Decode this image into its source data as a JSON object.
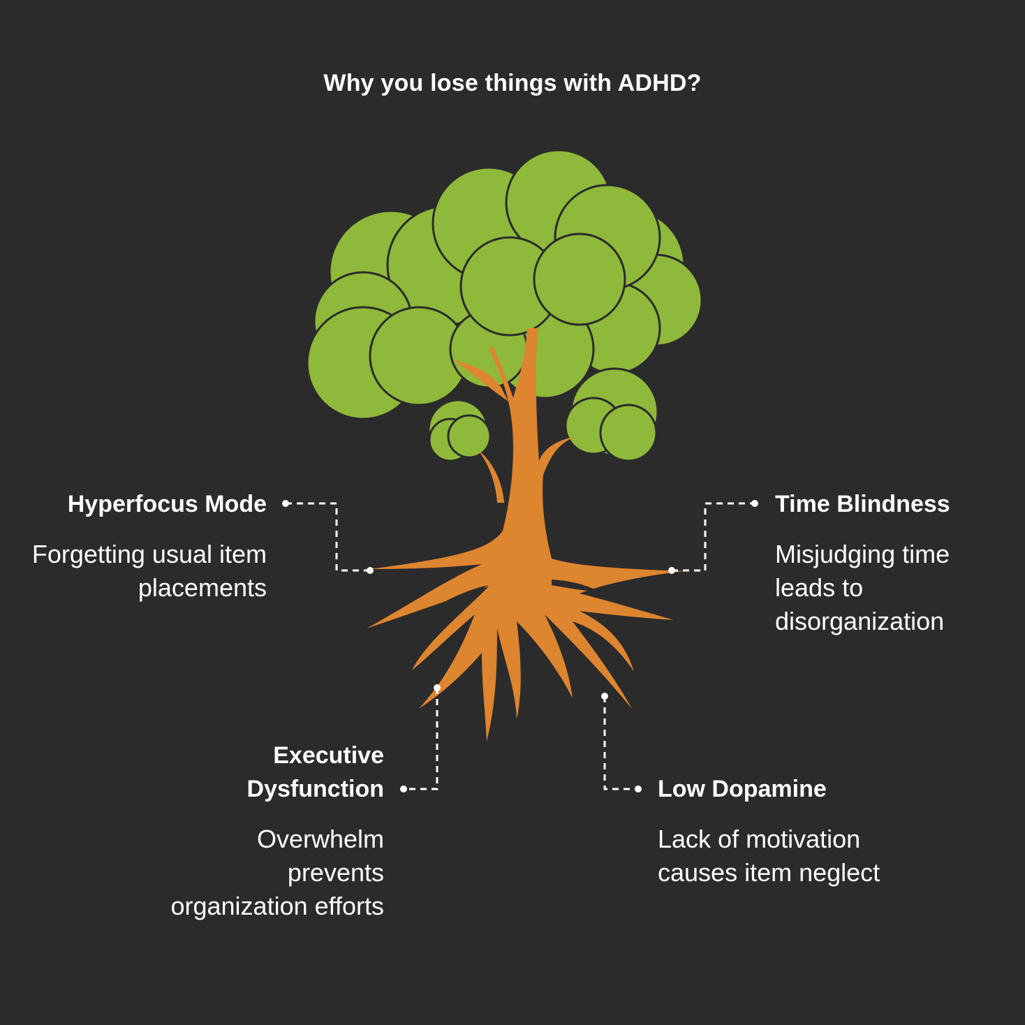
{
  "title": "Why you lose things with ADHD?",
  "items": {
    "hyperfocus": {
      "heading": "Hyperfocus Mode",
      "description": "Forgetting usual item placements"
    },
    "time_blindness": {
      "heading": "Time Blindness",
      "description": "Misjudging time leads to disorganization"
    },
    "executive": {
      "heading": "Executive Dysfunction",
      "description": "Overwhelm prevents organization efforts"
    },
    "low_dopamine": {
      "heading": "Low Dopamine",
      "description": "Lack of motivation causes item neglect"
    }
  },
  "colors": {
    "background": "#2b2b2b",
    "foliage": "#8fb93a",
    "outline": "#2b2b2b",
    "trunk": "#de852f",
    "connector": "#ffffff"
  }
}
